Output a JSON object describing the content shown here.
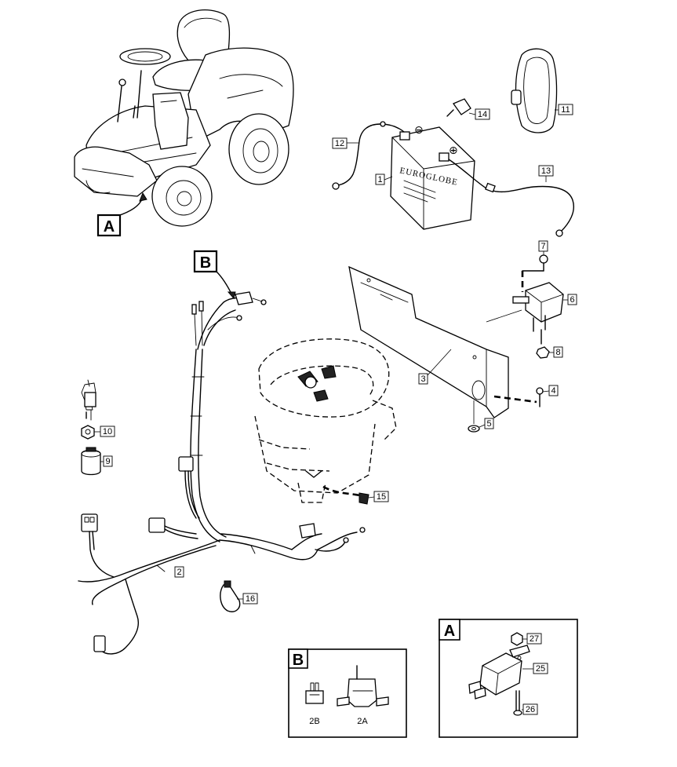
{
  "diagram": {
    "callouts": [
      {
        "id": "A",
        "label": "A"
      },
      {
        "id": "B",
        "label": "B"
      }
    ],
    "battery_brand": "EUROGLOBE",
    "terminal_minus": "⊖",
    "terminal_plus": "⊕",
    "parts": [
      {
        "key": "p1",
        "label": "1"
      },
      {
        "key": "p2",
        "label": "2"
      },
      {
        "key": "p3",
        "label": "3"
      },
      {
        "key": "p4",
        "label": "4"
      },
      {
        "key": "p5",
        "label": "5"
      },
      {
        "key": "p6",
        "label": "6"
      },
      {
        "key": "p7",
        "label": "7"
      },
      {
        "key": "p8",
        "label": "8"
      },
      {
        "key": "p9",
        "label": "9"
      },
      {
        "key": "p10",
        "label": "10"
      },
      {
        "key": "p11",
        "label": "11"
      },
      {
        "key": "p12",
        "label": "12"
      },
      {
        "key": "p13",
        "label": "13"
      },
      {
        "key": "p14",
        "label": "14"
      },
      {
        "key": "p15",
        "label": "15"
      },
      {
        "key": "p16",
        "label": "16"
      }
    ],
    "detail_b": {
      "title": "B",
      "items": [
        "2B",
        "2A"
      ]
    },
    "detail_a": {
      "title": "A",
      "items": [
        "27",
        "25",
        "26"
      ]
    }
  }
}
